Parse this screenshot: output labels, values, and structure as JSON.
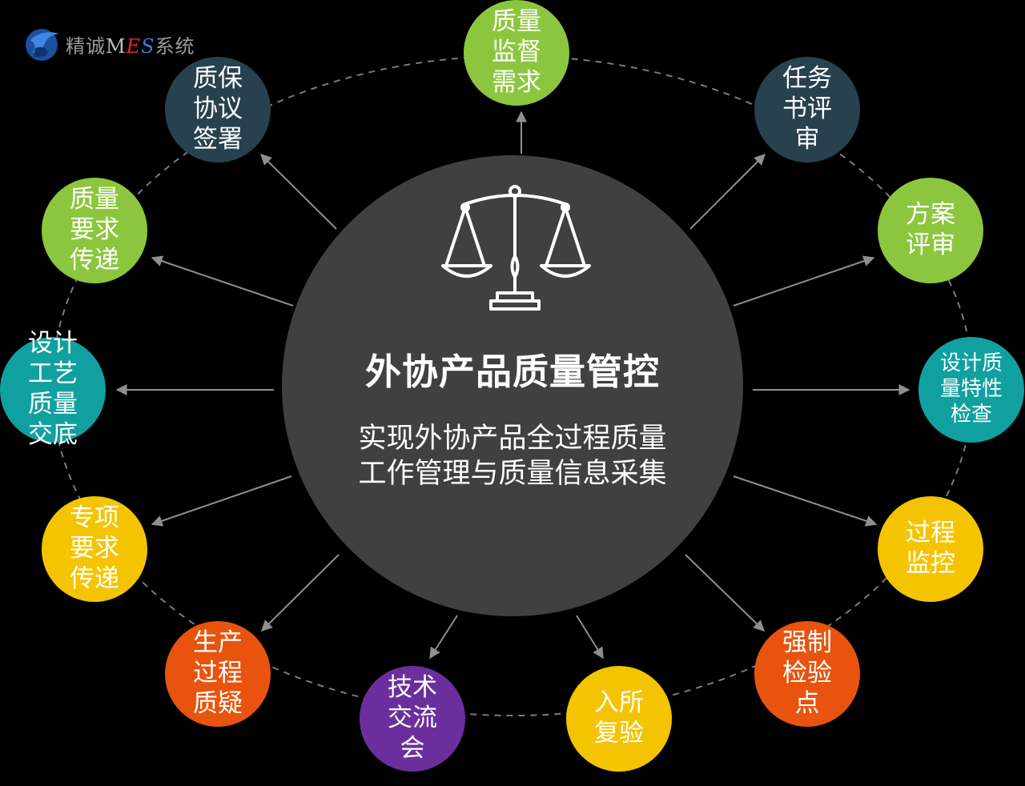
{
  "logo": {
    "text_prefix": "精诚",
    "text_m": "M",
    "text_e": "E",
    "text_s": "S",
    "text_suffix": "系统"
  },
  "colors": {
    "background": "#000000",
    "hub": "#404040",
    "dark_teal": "#27414f",
    "green": "#8cc63e",
    "teal": "#11a0a0",
    "yellow": "#f5c400",
    "orange": "#e8540d",
    "purple": "#6b2f9d",
    "connector": "#8f8f8f",
    "dashed_ring": "#7a7a7a"
  },
  "hub": {
    "title": "外协产品质量管控",
    "subtitle": "实现外协产品全过程质量\n工作管理与质量信息采集",
    "icon": "balance-scale-icon"
  },
  "nodes": [
    {
      "id": "quality-supervision-demand",
      "label": "质量\n监督\n需求",
      "color": "green"
    },
    {
      "id": "task-book-review",
      "label": "任务\n书评\n审",
      "color": "dark_teal"
    },
    {
      "id": "plan-review",
      "label": "方案\n评审",
      "color": "green"
    },
    {
      "id": "design-quality-inspection",
      "label": "设计质\n量特性\n检查",
      "color": "teal"
    },
    {
      "id": "process-monitoring",
      "label": "过程\n监控",
      "color": "yellow"
    },
    {
      "id": "mandatory-inspection-point",
      "label": "强制\n检验\n点",
      "color": "orange"
    },
    {
      "id": "incoming-reinspection",
      "label": "入所\n复验",
      "color": "yellow"
    },
    {
      "id": "technical-exchange",
      "label": "技术\n交流\n会",
      "color": "purple"
    },
    {
      "id": "production-process-query",
      "label": "生产\n过程\n质疑",
      "color": "orange"
    },
    {
      "id": "special-requirement-transfer",
      "label": "专项\n要求\n传递",
      "color": "yellow"
    },
    {
      "id": "design-process-quality-handover",
      "label": "设计\n工艺\n质量\n交底",
      "color": "teal"
    },
    {
      "id": "quality-requirement-transfer",
      "label": "质量\n要求\n传递",
      "color": "green"
    },
    {
      "id": "quality-assurance-agreement",
      "label": "质保\n协议\n签署",
      "color": "dark_teal"
    }
  ]
}
